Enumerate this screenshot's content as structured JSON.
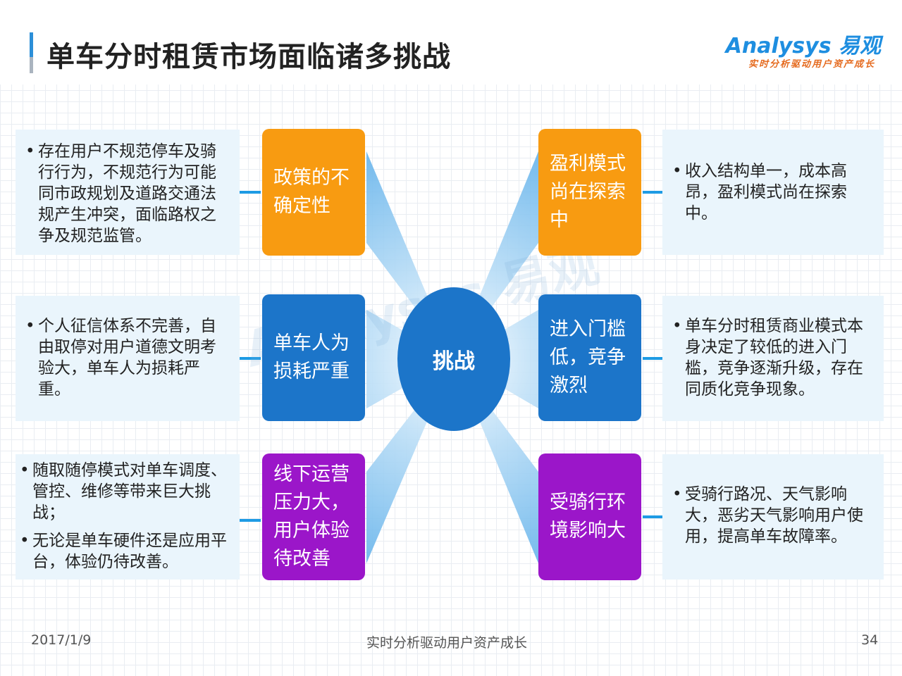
{
  "header": {
    "title": "单车分时租赁市场面临诸多挑战",
    "logo_text": "Analysys 易观",
    "logo_slogan": "实时分析驱动用户资产成长"
  },
  "watermark": "Analysys 易观",
  "center": {
    "label": "挑战",
    "color": "#1c75c9"
  },
  "challenges": [
    {
      "category": "政策的不确定性",
      "color": "#f89b11",
      "details": [
        "存在用户不规范停车及骑行行为，不规范行为可能同市政规划及道路交通法规产生冲突，面临路权之争及规范监管。"
      ]
    },
    {
      "category": "单车人为损耗严重",
      "color": "#1c75c9",
      "details": [
        "个人征信体系不完善，自由取停对用户道德文明考验大，单车人为损耗严重。"
      ]
    },
    {
      "category": "线下运营压力大，用户体验待改善",
      "color": "#9b16c9",
      "details": [
        "随取随停模式对单车调度、管控、维修等带来巨大挑战；",
        "无论是单车硬件还是应用平台，体验仍待改善。"
      ]
    },
    {
      "category": "盈利模式尚在探索中",
      "color": "#f89b11",
      "details": [
        "收入结构单一，成本高昂，盈利模式尚在探索中。"
      ]
    },
    {
      "category": "进入门槛低，竞争激烈",
      "color": "#1c75c9",
      "details": [
        "单车分时租赁商业模式本身决定了较低的进入门槛，竞争逐渐升级，存在同质化竞争现象。"
      ]
    },
    {
      "category": "受骑行环境影响大",
      "color": "#9b16c9",
      "details": [
        "受骑行路况、天气影响大，恶劣天气影响用户使用，提高单车故障率。"
      ]
    }
  ],
  "footer": {
    "date": "2017/1/9",
    "slogan": "实时分析驱动用户资产成长",
    "page": "34"
  }
}
